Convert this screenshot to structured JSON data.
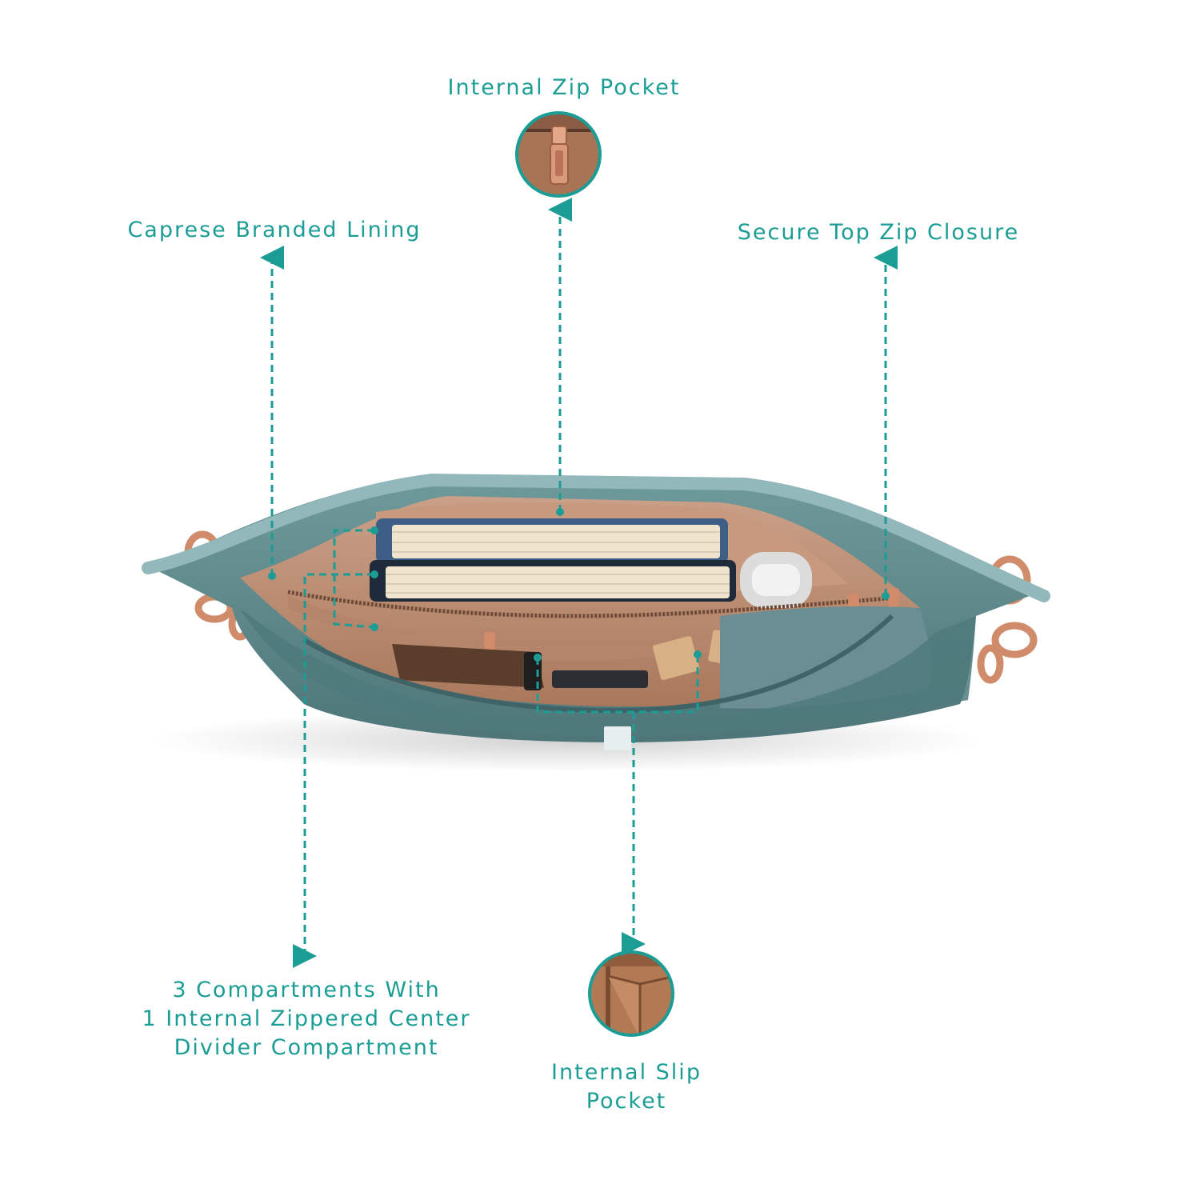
{
  "callouts": {
    "internal_zip_pocket": "Internal Zip Pocket",
    "branded_lining": "Caprese Branded Lining",
    "top_zip_closure": "Secure Top Zip Closure",
    "compartments_line1": "3 Compartments With",
    "compartments_line2": "1 Internal Zippered Center",
    "compartments_line3": "Divider Compartment",
    "slip_pocket_line1": "Internal Slip",
    "slip_pocket_line2": "Pocket"
  },
  "colors": {
    "accent": "#1b9d95",
    "bag_body": "#5f8c8e",
    "bag_trim": "#8fb5b8",
    "lining": "#b98a6e",
    "hardware": "#d08c6a"
  },
  "icons": {
    "zip_pocket_inset": "zip-pull-closeup",
    "slip_pocket_inset": "slip-pocket-closeup"
  }
}
